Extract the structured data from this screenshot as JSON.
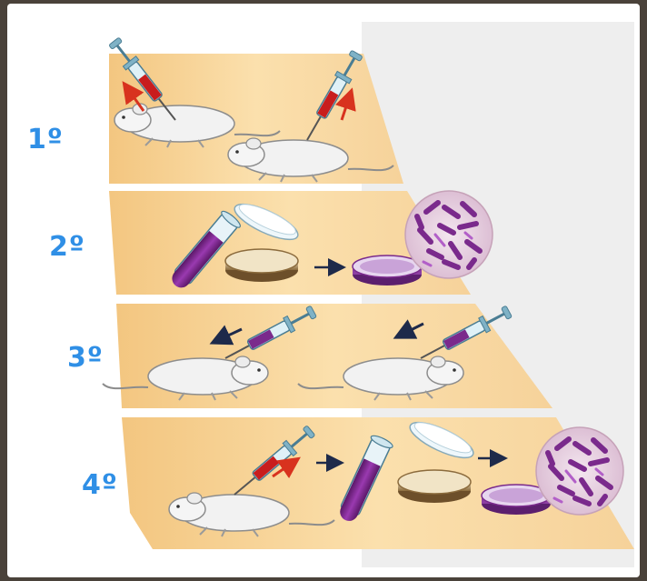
{
  "steps": [
    {
      "label": "1º"
    },
    {
      "label": "2º"
    },
    {
      "label": "3º"
    },
    {
      "label": "4º"
    }
  ],
  "colors": {
    "floor": "#f6cf8f",
    "floor_light": "#fbe3b4",
    "blood": "#c81d1d",
    "culture": "#7a2a8c",
    "label": "#2f8fe6",
    "arrow_red": "#d8321e",
    "arrow_dark": "#1e2a4a"
  },
  "icons": [
    "syringe-icon",
    "mouse-icon",
    "test-tube-icon",
    "petri-dish-icon",
    "bacteria-culture-icon",
    "arrow-icon"
  ]
}
